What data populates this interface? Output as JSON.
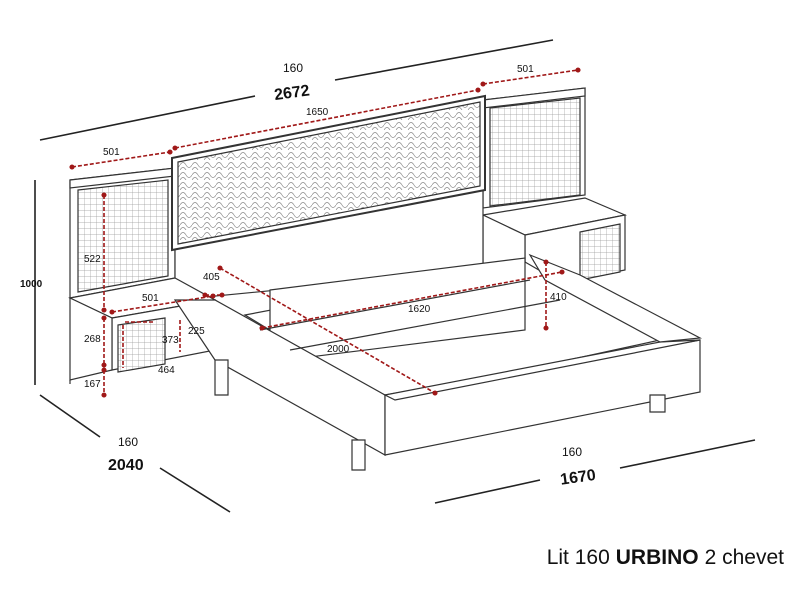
{
  "dimensions": {
    "overall_width_label": "160",
    "overall_width": "2672",
    "headboard_width": "1650",
    "left_panel_width": "501",
    "right_panel_width": "501",
    "height_total": "1000",
    "panel_height": "522",
    "nightstand_width": "501",
    "nightstand_height": "268",
    "nightstand_leg": "167",
    "drawer_height": "225",
    "drawer_depth": "373",
    "drawer_width": "464",
    "side_gap": "405",
    "inner_length": "2000",
    "inner_width": "1620",
    "footboard_height": "410",
    "depth_label": "160",
    "depth": "2040",
    "front_width_label": "160",
    "front_width": "1670"
  },
  "caption": {
    "prefix": "Lit  160",
    "model": "URBINO",
    "suffix": "2 chevet"
  },
  "colors": {
    "line": "#333333",
    "dimension_red": "#a01818",
    "panel_fill": "#ffffff",
    "pattern": "#8a8a8a"
  }
}
